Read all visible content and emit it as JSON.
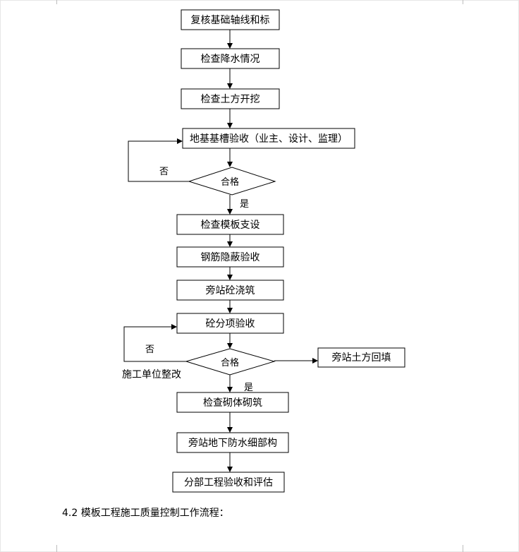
{
  "flowchart": {
    "steps": {
      "s1": "复核基础轴线和标",
      "s2": "检查降水情况",
      "s3": "检查土方开挖",
      "s4": "地基基槽验收（业主、设计、监理）",
      "d1": "合格",
      "s5": "检查模板支设",
      "s6": "钢筋隐蔽验收",
      "s7": "旁站砼浇筑",
      "s8": "砼分项验收",
      "d2": "合格",
      "s9": "旁站土方回填",
      "s10": "检查砌体砌筑",
      "s11": "旁站地下防水细部构",
      "s12": "分部工程验收和评估"
    },
    "labels": {
      "no1": "否",
      "yes1": "是",
      "no2": "否",
      "rework": "施工单位整改",
      "yes2": "是"
    }
  },
  "caption": "4.2  模板工程施工质量控制工作流程："
}
